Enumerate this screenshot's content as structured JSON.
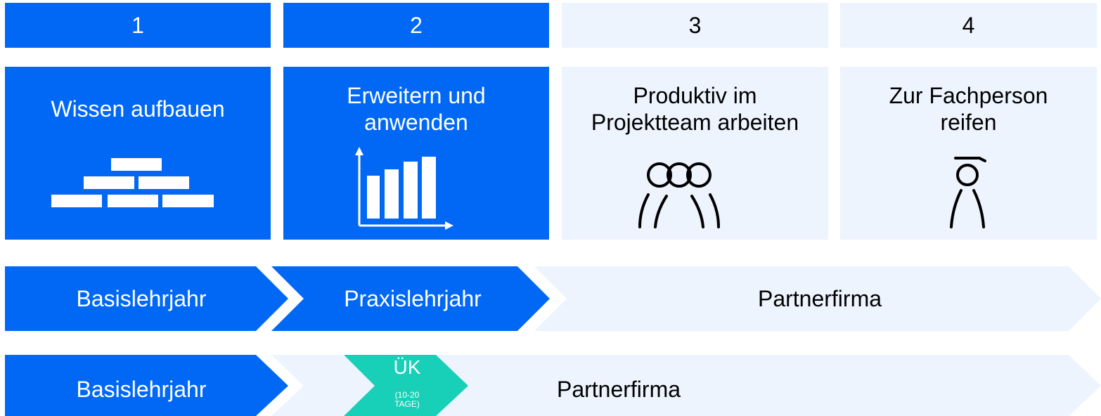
{
  "steps": [
    {
      "number": "1",
      "title": "Wissen aufbauen",
      "icon": "bricks-icon"
    },
    {
      "number": "2",
      "title": "Erweitern und\nanwenden",
      "icon": "bar-chart-icon"
    },
    {
      "number": "3",
      "title": "Produktiv im\nProjektteam arbeiten",
      "icon": "team-icon"
    },
    {
      "number": "4",
      "title": "Zur Fachperson\nreifen",
      "icon": "graduate-icon"
    }
  ],
  "rows": [
    {
      "first": "Basislehrjahr",
      "second": "Praxislehrjahr",
      "third": "Partnerfirma"
    },
    {
      "first": "Basislehrjahr",
      "badge_title": "ÜK",
      "badge_sub1": "(10-20",
      "badge_sub2": "TAGE)",
      "third": "Partnerfirma"
    }
  ],
  "colors": {
    "primary": "#0068f5",
    "light": "#edf4fe",
    "teal": "#18cfb7"
  }
}
